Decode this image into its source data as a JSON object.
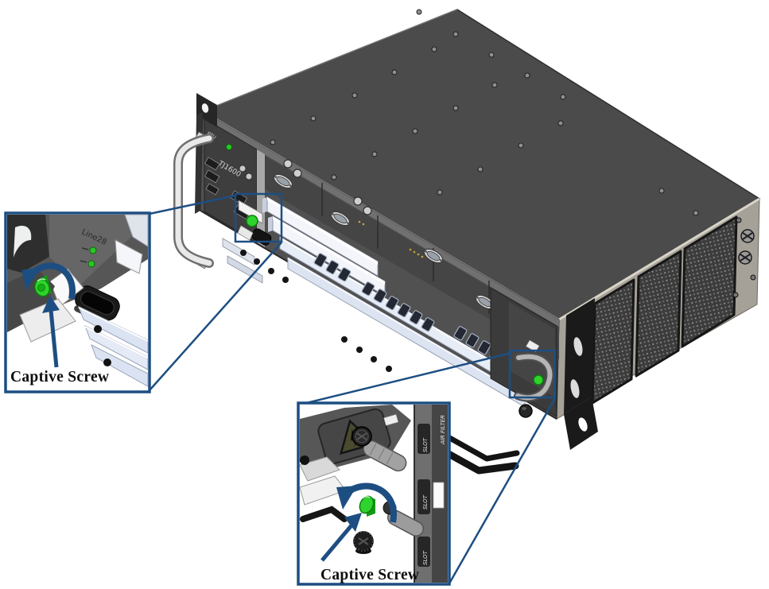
{
  "figure": {
    "type": "hardware-installation-diagram",
    "background": "#ffffff"
  },
  "colors": {
    "callout_blue": "#1d4e82",
    "screw_green": "#2ed32e",
    "screw_green_dark": "#149914",
    "led_green": "#28c828",
    "chassis_top": "#4b4b4b",
    "chassis_front": "#515151",
    "chassis_side": "#a6a198"
  },
  "callouts": {
    "left": {
      "label": "Captive Screw"
    },
    "bottom": {
      "label": "Captive Screw"
    }
  },
  "chassis": {
    "labels": {
      "rtu": "RTU",
      "model": "TJ1600",
      "line_card": "Line28",
      "slot": "SLOT",
      "air_filter": "AIR FILTER"
    }
  }
}
